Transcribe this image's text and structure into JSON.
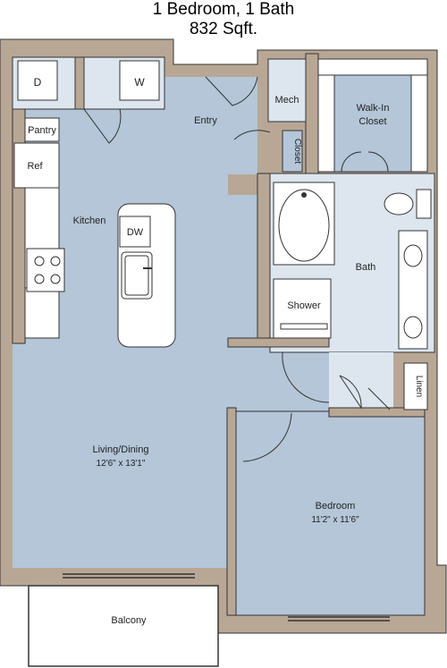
{
  "plan": {
    "title": "1 Bedroom, 1 Bath",
    "sqft": "832 Sqft."
  },
  "rooms": {
    "entry": "Entry",
    "kitchen": "Kitchen",
    "living": "Living/Dining",
    "living_size": "12'6\" x 13'1\"",
    "bath": "Bath",
    "walkin_line1": "Walk-In",
    "walkin_line2": "Closet",
    "mech": "Mech",
    "closet": "Closet",
    "bedroom": "Bedroom",
    "bedroom_size": "11'2\" x 11'6\"",
    "balcony": "Balcony",
    "linen": "Linen",
    "shower": "Shower"
  },
  "fixtures": {
    "dryer": "D",
    "washer": "W",
    "pantry": "Pantry",
    "fridge": "Ref",
    "dishwasher": "DW"
  },
  "colors": {
    "wall": "#b9a795",
    "floor": "#b4c6d8",
    "tile": "#dde6ee",
    "outline": "#333333"
  }
}
